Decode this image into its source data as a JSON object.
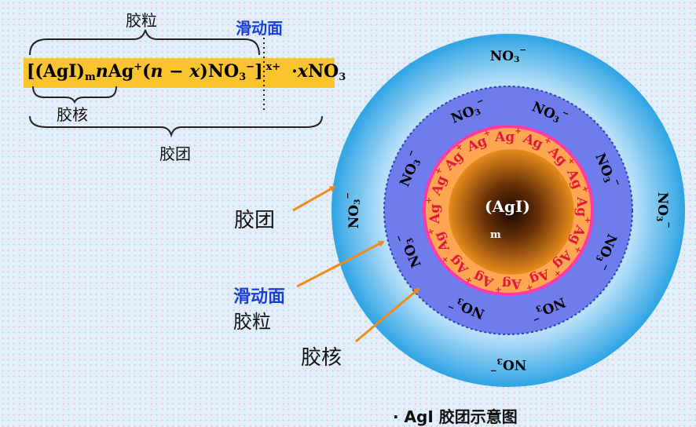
{
  "top_labels": {
    "colloid_particle": "胶粒",
    "slip_plane": "滑动面",
    "nucleus": "胶核",
    "micelle": "胶团"
  },
  "formula": {
    "open": "[(AgI)",
    "m": "m",
    "n": "n",
    "ag": "Ag",
    "plus": "+",
    "paren_open": "(",
    "n2": "n",
    "minus": " − ",
    "x": "x",
    "no3": ")NO",
    "three": "3",
    "neg": "−",
    "close": "]",
    "charge": "x+",
    "dot": "·",
    "x2": "x",
    "no3_end": "NO",
    "three_end": "3"
  },
  "side_labels": {
    "micelle": "胶团",
    "slip_plane": "滑动面",
    "colloid_particle": "胶粒",
    "nucleus": "胶核"
  },
  "core_label": {
    "main": "(AgI)",
    "sub": "m"
  },
  "ions": {
    "ag": "Ag",
    "plus": "+",
    "no3": "NO",
    "three": "3",
    "minus": "−"
  },
  "caption": "· AgI 胶团示意图",
  "colors": {
    "outer_start": "#ffffff",
    "outer_end": "#33a9e6",
    "middle": "#6e7cec",
    "pink_ring": "#ff3aa5",
    "orange_ring": "#ffa652",
    "core_center": "#1f0b00",
    "core_edge": "#e58a1d",
    "arrow": "#f08a1c",
    "formula_bg": "#f9c42d"
  }
}
